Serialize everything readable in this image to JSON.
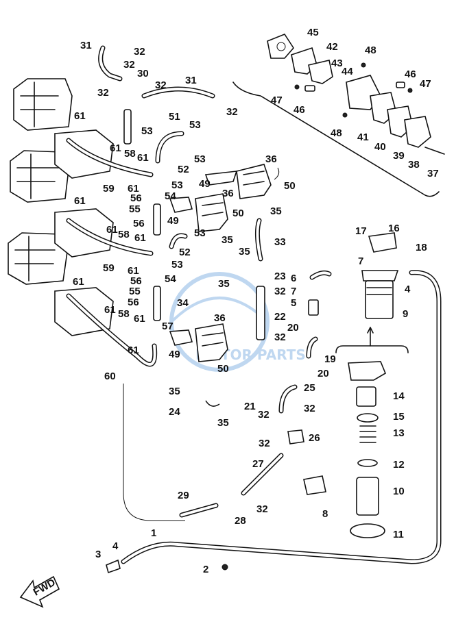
{
  "labels": {
    "l1": "1",
    "l2": "2",
    "l3": "3",
    "l4": "4",
    "l4b": "4",
    "l5": "5",
    "l6": "6",
    "l7": "7",
    "l7b": "7",
    "l8": "8",
    "l9": "9",
    "l10": "10",
    "l11": "11",
    "l12": "12",
    "l13": "13",
    "l14": "14",
    "l15": "15",
    "l16": "16",
    "l17": "17",
    "l18": "18",
    "l19": "19",
    "l20": "20",
    "l20b": "20",
    "l21": "21",
    "l22": "22",
    "l23": "23",
    "l24": "24",
    "l25": "25",
    "l26": "26",
    "l27": "27",
    "l28": "28",
    "l29": "29",
    "l30": "30",
    "l31": "31",
    "l31b": "31",
    "l32a": "32",
    "l32b": "32",
    "l32c": "32",
    "l32d": "32",
    "l32e": "32",
    "l32f": "32",
    "l32g": "32",
    "l32h": "32",
    "l32i": "32",
    "l32j": "32",
    "l32k": "32",
    "l33": "33",
    "l34": "34",
    "l35a": "35",
    "l35b": "35",
    "l35c": "35",
    "l35d": "35",
    "l35e": "35",
    "l35f": "35",
    "l36a": "36",
    "l36b": "36",
    "l36c": "36",
    "l37": "37",
    "l38": "38",
    "l39": "39",
    "l40": "40",
    "l41": "41",
    "l42": "42",
    "l43": "43",
    "l44": "44",
    "l45": "45",
    "l46a": "46",
    "l46b": "46",
    "l47a": "47",
    "l47b": "47",
    "l48a": "48",
    "l48b": "48",
    "l49a": "49",
    "l49b": "49",
    "l49c": "49",
    "l50a": "50",
    "l50b": "50",
    "l50c": "50",
    "l51": "51",
    "l52a": "52",
    "l52b": "52",
    "l53a": "53",
    "l53b": "53",
    "l53c": "53",
    "l53d": "53",
    "l53e": "53",
    "l53f": "53",
    "l54a": "54",
    "l54b": "54",
    "l55a": "55",
    "l55b": "55",
    "l56a": "56",
    "l56b": "56",
    "l56c": "56",
    "l56d": "56",
    "l57": "57",
    "l58a": "58",
    "l58b": "58",
    "l58c": "58",
    "l59a": "59",
    "l59b": "59",
    "l60": "60",
    "l61a": "61",
    "l61b": "61",
    "l61c": "61",
    "l61d": "61",
    "l61e": "61",
    "l61f": "61",
    "l61g": "61",
    "l61h": "61",
    "l61i": "61",
    "l61j": "61",
    "l61k": "61",
    "l61l": "61"
  },
  "fwd_arrow_label": "FWD",
  "watermark": {
    "brand": "MOTOR PARTS",
    "color": "#4a8fd6"
  },
  "colors": {
    "ink": "#111111",
    "paper": "#ffffff"
  }
}
